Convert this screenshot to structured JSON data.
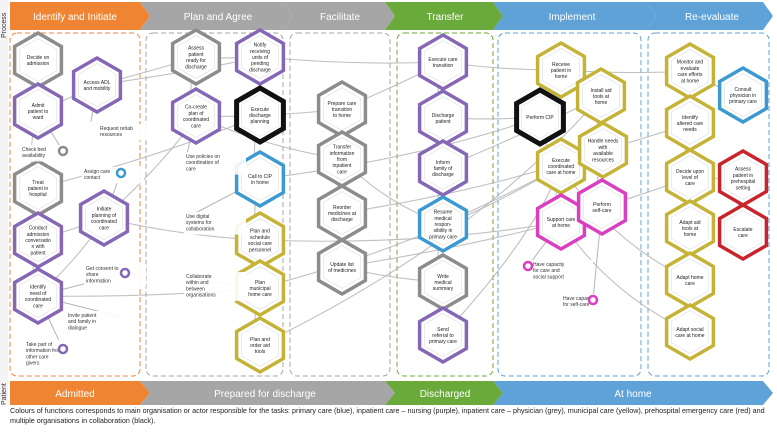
{
  "side_labels": {
    "process": "Process",
    "patient": "Patient"
  },
  "phases": [
    "Identify and Initiate",
    "Plan and Agree",
    "Facilitate",
    "Transfer",
    "Implement",
    "Re-evaluate"
  ],
  "patient_states": [
    "Admitted",
    "Prepared for discharge",
    "Discharged",
    "At home"
  ],
  "colors": {
    "orange": "#ef8533",
    "grey": "#a6a6a6",
    "green": "#6aaa3a",
    "blue": "#5ea2d8",
    "primary_care": "#3d9ad1",
    "nursing": "#8567b5",
    "physician": "#8c8c8c",
    "municipal": "#c5b338",
    "prehospital": "#c9242b",
    "collaboration": "#111111",
    "self_care": "#d93fc0",
    "connector": "#b5b5b5"
  },
  "nodes": {
    "decide_admission": "Decide on admission",
    "admit_patient": "Admit patient to ward",
    "access_adl": "Access ADL and mobility",
    "treat_patient": "Treat patient in hospital",
    "conduct_conversation": "Conduct admission conversatio n with patient",
    "initiate_planning": "Initiate planning of coordinated care",
    "identify_need": "Identify need of coordinated care",
    "assess_ready": "Assess patient ready for discharge",
    "notify_units": "Notify receiving units of pending discharge",
    "cocreate_plan": "Co-create plan of coordinated care",
    "execute_planning": "Execute discharge planning",
    "call_cip": "Call to CIP in home",
    "plan_schedule": "Plan and schedule social care personnel",
    "plan_municipal": "Plan municipal home care",
    "plan_order_aid": "Plan and order aid tools",
    "prepare_transition": "Prepare care transition to home",
    "transfer_info": "Transfer information from inpatient care",
    "reorder_medicines": "Reorder medicines at discharge",
    "update_medicines": "Update list of medicines",
    "execute_transition": "Execute care transition",
    "discharge_patient": "Discharge patient",
    "inform_family": "Inform family of discharge",
    "resume_responsibility": "Resume medical respon- sibility in primary care",
    "write_summary": "Write medical summary",
    "send_referral": "Send referral to primary care",
    "receive_patient": "Receive patient in home",
    "perform_cip": "Perform CIP",
    "install_aid": "Install aid tools at home",
    "execute_coordinated": "Execute coordinated care at home",
    "handle_needs": "Handle needs with available resources",
    "support_care": "Support care at home",
    "perform_selfcare": "Perform self-care",
    "monitor_evaluate": "Monitor and evaluate care efforts at home",
    "consult_physician": "Consult physician in primary care",
    "identify_altered": "Identify altered care needs",
    "decide_level": "Decide upon level of care",
    "assess_prehospital": "Assess patient in prehospital setting",
    "adapt_aid": "Adapt aid tools at home",
    "escalate_care": "Escalate care",
    "adapt_home": "Adapt home care",
    "adapt_social": "Adapt social care at home"
  },
  "side_notes": {
    "request_rehab": "Request rehab resources",
    "check_bed": "Check bed availability",
    "assign_contact": "Assign care contact",
    "get_consent": "Get consent to share information",
    "invite_family": "Invite patient and family in dialogue",
    "take_info": "Take part of information from other care givers",
    "use_policies": "Use policies on coordination of care",
    "use_digital": "Use digital systems for collaboration",
    "collaborate": "Collaborate within and between organisations",
    "capacity_care": "Have capacity for care and social support",
    "capacity_self": "Have capacity for self-care"
  },
  "caption": "Colours of functions corresponds to main organisation or actor responsible for the tasks: primary care (blue), inpatient care – nursing (purple), inpatient care – physician (grey), municipal care (yellow), prehospital emergency care (red) and multiple organisations in collaboration (black)."
}
